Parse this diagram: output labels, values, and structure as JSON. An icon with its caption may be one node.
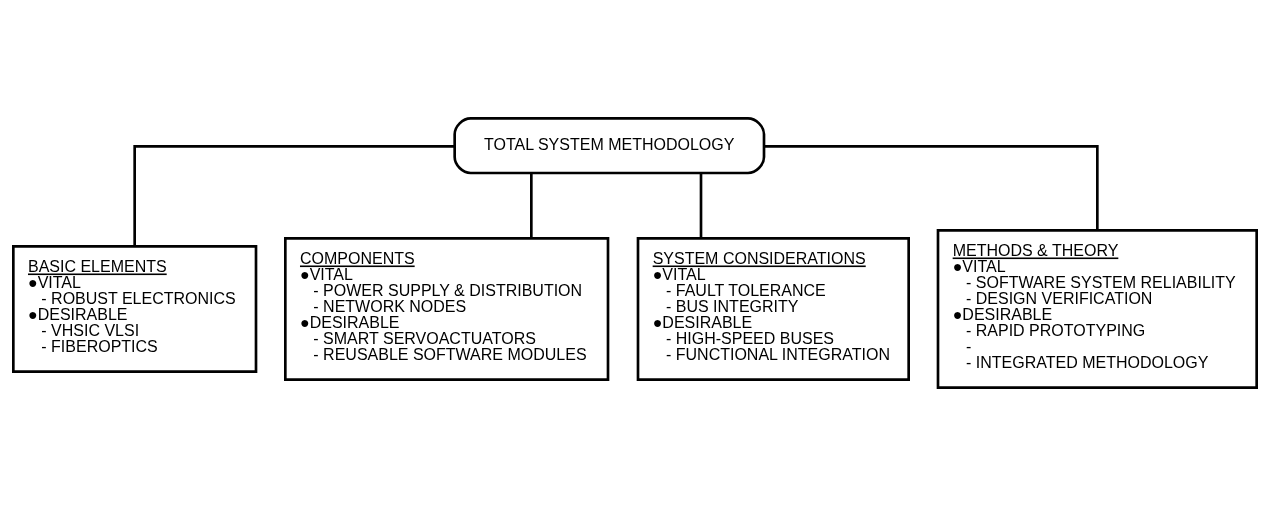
{
  "diagram": {
    "nodes": [
      {
        "text": [
          "TOTAL SYSTEM METHODOLOGY"
        ]
      },
      {
        "text": [
          "BASIC ELEMENTS",
          "●VITAL",
          "- ROBUST ELECTRONICS",
          "●DESIRABLE",
          "- VHSIC VLSI",
          "- FIBEROPTICS"
        ]
      },
      {
        "text": [
          "COMPONENTS",
          "●VITAL",
          "- POWER SUPPLY & DISTRIBUTION",
          "- NETWORK NODES",
          "●DESIRABLE",
          "- SMART SERVOACTUATORS",
          "- REUSABLE SOFTWARE MODULES"
        ]
      },
      {
        "text": [
          "SYSTEM CONSIDERATIONS",
          "●VITAL",
          "- FAULT TOLERANCE",
          "- BUS INTEGRITY",
          "●DESIRABLE",
          "- HIGH-SPEED BUSES",
          "- FUNCTIONAL INTEGRATION"
        ]
      },
      {
        "text": [
          "METHODS & THEORY",
          "●VITAL",
          "- SOFTWARE SYSTEM RELIABILITY",
          "- DESIGN VERIFICATION",
          "●DESIRABLE",
          "- RAPID PROTOTYPING",
          "-",
          "- INTEGRATED METHODOLOGY"
        ]
      }
    ],
    "edges": [
      {
        "from": 0,
        "to": 1,
        "arrow": "none"
      },
      {
        "from": 0,
        "to": 2,
        "arrow": "none"
      },
      {
        "from": 0,
        "to": 3,
        "arrow": "none"
      },
      {
        "from": 0,
        "to": 4,
        "arrow": "none"
      }
    ]
  }
}
